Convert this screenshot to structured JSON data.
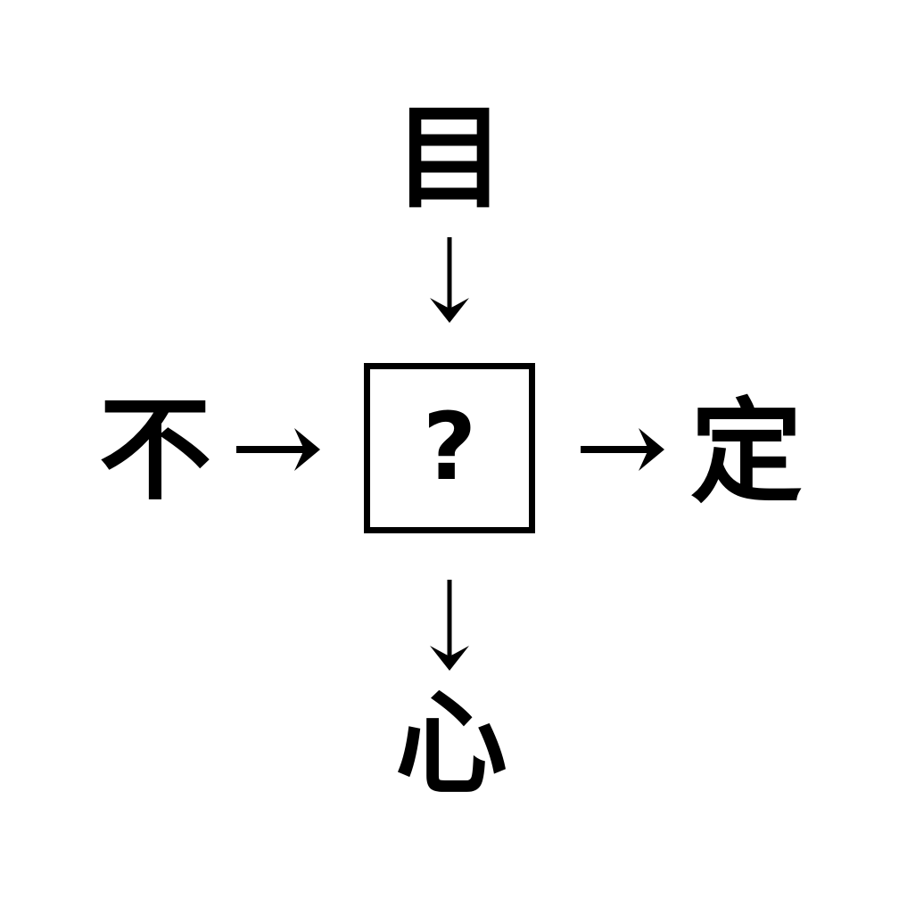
{
  "puzzle": {
    "type": "kanji-radical-composition-puzzle",
    "background_color": "#ffffff",
    "stroke_color": "#000000",
    "center": {
      "label": "?",
      "box_border_color": "#000000"
    },
    "prompts": {
      "top": "目",
      "left": "不",
      "right": "定",
      "bottom": "心"
    },
    "arrows": {
      "top": "arrow-down-icon",
      "left": "arrow-right-icon",
      "right": "arrow-right-icon",
      "bottom": "arrow-down-icon"
    }
  }
}
